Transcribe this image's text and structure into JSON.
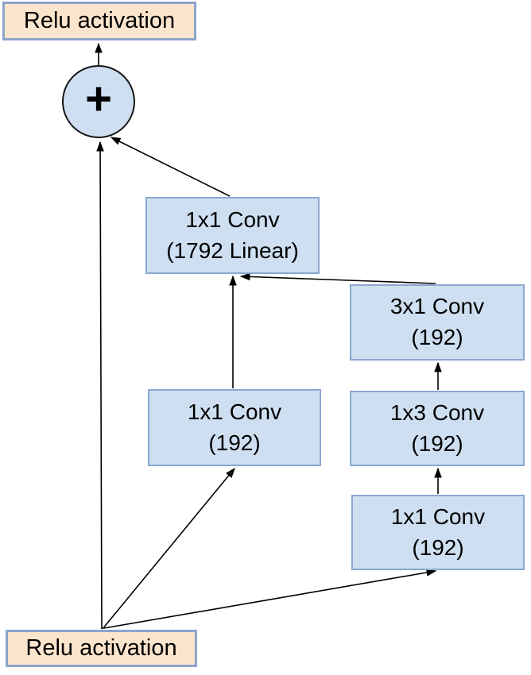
{
  "colors": {
    "background": "#ffffff",
    "peach_fill": "#fce5cd",
    "peach_border": "#8ca6cc",
    "blue_fill": "#cedff1",
    "blue_border": "#8aa7d0",
    "circle_border": "#141414",
    "arrow": "#000000",
    "text": "#000000"
  },
  "nodes": {
    "relu_top": {
      "label": "Relu activation"
    },
    "sum": {
      "symbol": "+"
    },
    "conv_linear": {
      "line1": "1x1 Conv",
      "line2": "(1792 Linear)"
    },
    "conv_3x1": {
      "line1": "3x1 Conv",
      "line2": "(192)"
    },
    "conv_1x1_left": {
      "line1": "1x1 Conv",
      "line2": "(192)"
    },
    "conv_1x3": {
      "line1": "1x3 Conv",
      "line2": "(192)"
    },
    "conv_1x1_right": {
      "line1": "1x1 Conv",
      "line2": "(192)"
    },
    "relu_bottom": {
      "label": "Relu activation"
    }
  },
  "edges": [
    {
      "from": "relu_bottom",
      "to": "sum"
    },
    {
      "from": "relu_bottom",
      "to": "conv_1x1_left"
    },
    {
      "from": "relu_bottom",
      "to": "conv_1x1_right"
    },
    {
      "from": "conv_1x1_right",
      "to": "conv_1x3"
    },
    {
      "from": "conv_1x3",
      "to": "conv_3x1"
    },
    {
      "from": "conv_3x1",
      "to": "conv_linear"
    },
    {
      "from": "conv_1x1_left",
      "to": "conv_linear"
    },
    {
      "from": "conv_linear",
      "to": "sum"
    },
    {
      "from": "sum",
      "to": "relu_top"
    }
  ]
}
